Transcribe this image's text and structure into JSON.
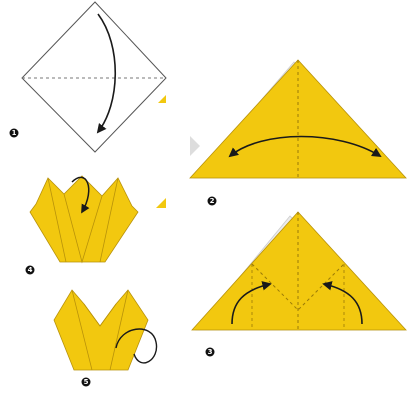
{
  "steps": [
    {
      "number": "1"
    },
    {
      "number": "2"
    },
    {
      "number": "3"
    },
    {
      "number": "4"
    },
    {
      "number": "5"
    }
  ],
  "colors": {
    "paper_yellow": "#F2C80F",
    "paper_shade": "#E0B70A",
    "outline": "#444444",
    "arrow": "#1a1a1a",
    "badge": "#111111"
  }
}
